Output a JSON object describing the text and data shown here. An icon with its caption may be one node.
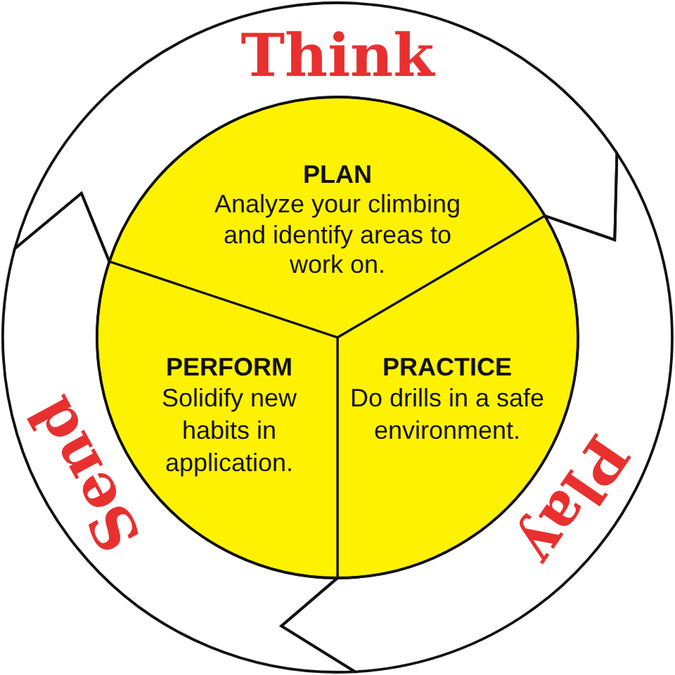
{
  "diagram": {
    "nodes": [
      {
        "text": [
          "Think"
        ]
      },
      {
        "text": [
          "Play"
        ]
      },
      {
        "text": [
          "Send"
        ]
      },
      {
        "text": [
          "PLAN",
          "Analyze your climbing and identify areas to work on."
        ]
      },
      {
        "text": [
          "PRACTICE",
          "Do drills in a safe environment."
        ]
      },
      {
        "text": [
          "PERFORM",
          "Solidify new habits in application."
        ]
      }
    ]
  }
}
